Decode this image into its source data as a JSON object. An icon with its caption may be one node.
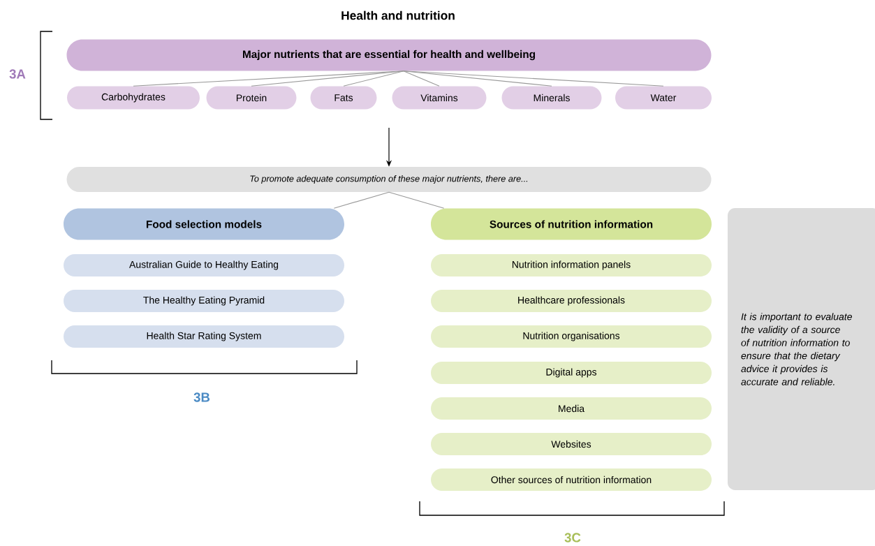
{
  "diagram": {
    "title": "Health and nutrition",
    "nodes": [
      {
        "text": [
          "Major nutrients that are essential for health and wellbeing"
        ]
      },
      {
        "text": [
          "Carbohydrates"
        ]
      },
      {
        "text": [
          "Protein"
        ]
      },
      {
        "text": [
          "Fats"
        ]
      },
      {
        "text": [
          "Vitamins"
        ]
      },
      {
        "text": [
          "Minerals"
        ]
      },
      {
        "text": [
          "Water"
        ]
      },
      {
        "text": [
          "To promote adequate consumption of these major nutrients, there are..."
        ]
      },
      {
        "text": [
          "Food selection models"
        ]
      },
      {
        "text": [
          "Australian Guide to Healthy Eating"
        ]
      },
      {
        "text": [
          "The Healthy Eating Pyramid"
        ]
      },
      {
        "text": [
          "Health Star Rating System"
        ]
      },
      {
        "text": [
          "Sources of nutrition information"
        ]
      },
      {
        "text": [
          "Nutrition information panels"
        ]
      },
      {
        "text": [
          "Healthcare professionals"
        ]
      },
      {
        "text": [
          "Nutrition organisations"
        ]
      },
      {
        "text": [
          "Digital apps"
        ]
      },
      {
        "text": [
          "Media"
        ]
      },
      {
        "text": [
          "Websites"
        ]
      },
      {
        "text": [
          "Other sources of nutrition information"
        ]
      },
      {
        "text": [
          "It is important to evaluate the validity of a source of nutrition information to ensure that the dietary advice it provides is accurate and reliable."
        ]
      }
    ],
    "edges": [
      {
        "from": 0,
        "to": 1,
        "arrow": "none",
        "color": "#999999"
      },
      {
        "from": 0,
        "to": 2,
        "arrow": "none",
        "color": "#999999"
      },
      {
        "from": 0,
        "to": 3,
        "arrow": "none",
        "color": "#999999"
      },
      {
        "from": 0,
        "to": 4,
        "arrow": "none",
        "color": "#999999"
      },
      {
        "from": 0,
        "to": 5,
        "arrow": "none",
        "color": "#999999"
      },
      {
        "from": 0,
        "to": 6,
        "arrow": "none",
        "color": "#999999"
      },
      {
        "from": null,
        "to": 7,
        "arrow": "to",
        "color": "#000000"
      },
      {
        "from": 7,
        "to": 8,
        "arrow": "none",
        "color": "#999999"
      },
      {
        "from": 7,
        "to": 12,
        "arrow": "none",
        "color": "#999999"
      }
    ],
    "labels": [
      "3A",
      "3B",
      "3C"
    ]
  }
}
